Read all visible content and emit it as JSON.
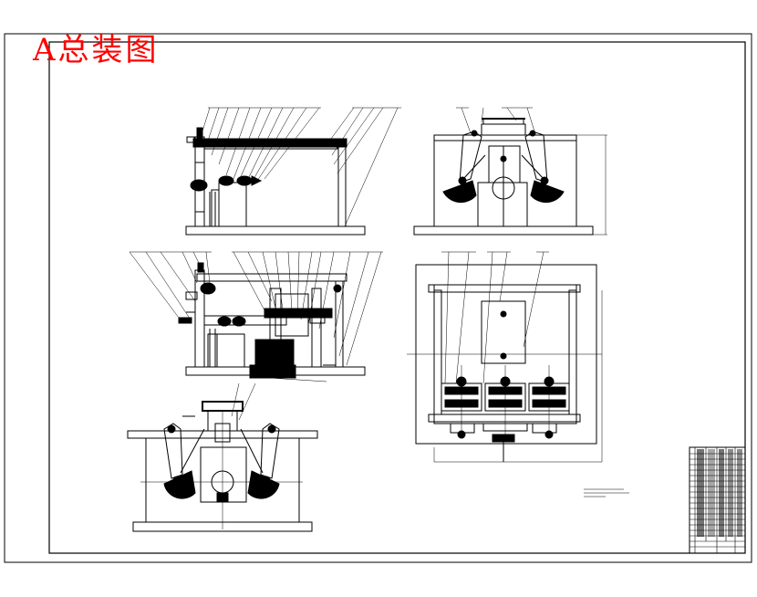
{
  "drawing": {
    "title": "A总装图",
    "views": [
      "front-elevation-top",
      "side-elevation-top",
      "front-section-middle",
      "plan-view",
      "side-elevation-bottom"
    ],
    "title_block": {
      "rows": 22,
      "columns": 7
    },
    "colors": {
      "line": "#000000",
      "title": "#ff0000",
      "background": "#ffffff"
    }
  }
}
